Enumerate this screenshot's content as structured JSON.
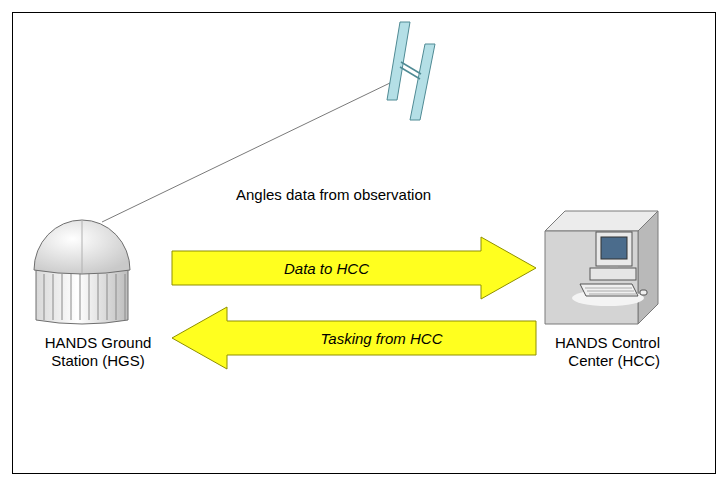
{
  "diagram": {
    "nodes": [
      {
        "text": [
          "HANDS Ground Station (HGS)"
        ]
      },
      {
        "text": [
          "HANDS Control Center (HCC)"
        ]
      }
    ],
    "edges": [
      {
        "from": 0,
        "to": 1,
        "arrow": "to",
        "label": "Data to HCC"
      },
      {
        "from": 1,
        "to": 0,
        "arrow": "to",
        "label": "Tasking from HCC"
      }
    ],
    "labels": [
      "Angles data from observation"
    ]
  }
}
